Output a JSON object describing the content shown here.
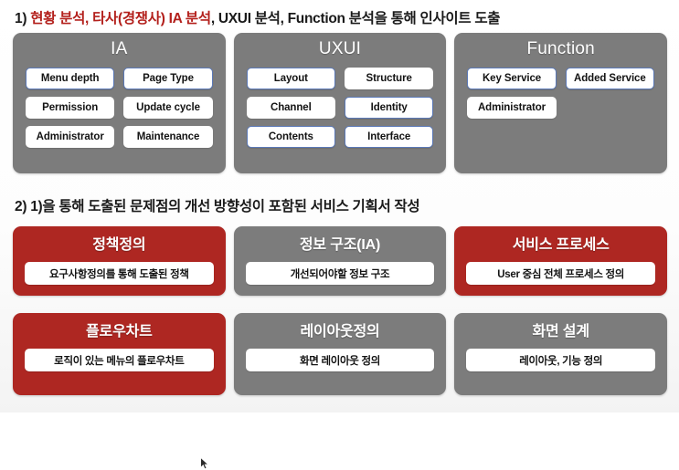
{
  "headings": {
    "step1": {
      "prefix": "1) ",
      "highlight": "현황 분석, 타사(경쟁사) IA 분석",
      "rest": ", UXUI 분석, Function 분석을 통해 인사이트 도출"
    },
    "step2": "2) 1)을 통해 도출된 문제점의 개선 방향성이 포함된 서비스 기획서 작성"
  },
  "colors": {
    "panel_gray": "#7c7c7c",
    "card_red": "#ae2722",
    "chip_outline_blue": "#5b79b8",
    "highlight_red": "#b3201c",
    "chip_white": "#ffffff"
  },
  "analysis_panels": [
    {
      "title": "IA",
      "chips": [
        {
          "label": "Menu depth",
          "outlined": true
        },
        {
          "label": "Page Type",
          "outlined": true
        },
        {
          "label": "Permission",
          "outlined": false
        },
        {
          "label": "Update cycle",
          "outlined": false
        },
        {
          "label": "Administrator",
          "outlined": false
        },
        {
          "label": "Maintenance",
          "outlined": false
        }
      ]
    },
    {
      "title": "UXUI",
      "chips": [
        {
          "label": "Layout",
          "outlined": true
        },
        {
          "label": "Structure",
          "outlined": false
        },
        {
          "label": "Channel",
          "outlined": false
        },
        {
          "label": "Identity",
          "outlined": true
        },
        {
          "label": "Contents",
          "outlined": true
        },
        {
          "label": "Interface",
          "outlined": true
        }
      ]
    },
    {
      "title": "Function",
      "chips": [
        {
          "label": "Key Service",
          "outlined": true
        },
        {
          "label": "Added Service",
          "outlined": true
        },
        {
          "label": "Administrator",
          "outlined": false
        }
      ]
    }
  ],
  "deliverable_cards": [
    {
      "title": "정책정의",
      "description": "요구사항정의를 통해 도출된 정책",
      "color": "red"
    },
    {
      "title": "정보 구조(IA)",
      "description": "개선되어야할 정보 구조",
      "color": "gray"
    },
    {
      "title": "서비스 프로세스",
      "description": "User 중심 전체 프로세스 정의",
      "color": "red"
    },
    {
      "title": "플로우차트",
      "description": "로직이 있는 메뉴의 플로우차트",
      "color": "red"
    },
    {
      "title": "레이아웃정의",
      "description": "화면 레이아웃 정의",
      "color": "gray"
    },
    {
      "title": "화면 설계",
      "description": "레이아웃, 기능 정의",
      "color": "gray"
    }
  ],
  "cursor": {
    "icon": "mouse-pointer-icon"
  }
}
